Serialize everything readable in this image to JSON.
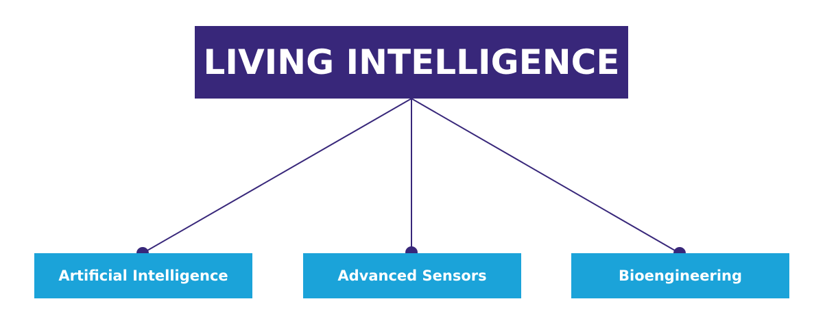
{
  "diagram": {
    "root": {
      "label": "LIVING INTELLIGENCE"
    },
    "children": [
      {
        "label": "Artificial Intelligence"
      },
      {
        "label": "Advanced Sensors"
      },
      {
        "label": "Bioengineering"
      }
    ]
  },
  "colors": {
    "root_background": "#38277a",
    "child_background": "#1ba3d9",
    "connector": "#38277a",
    "text": "#ffffff"
  }
}
